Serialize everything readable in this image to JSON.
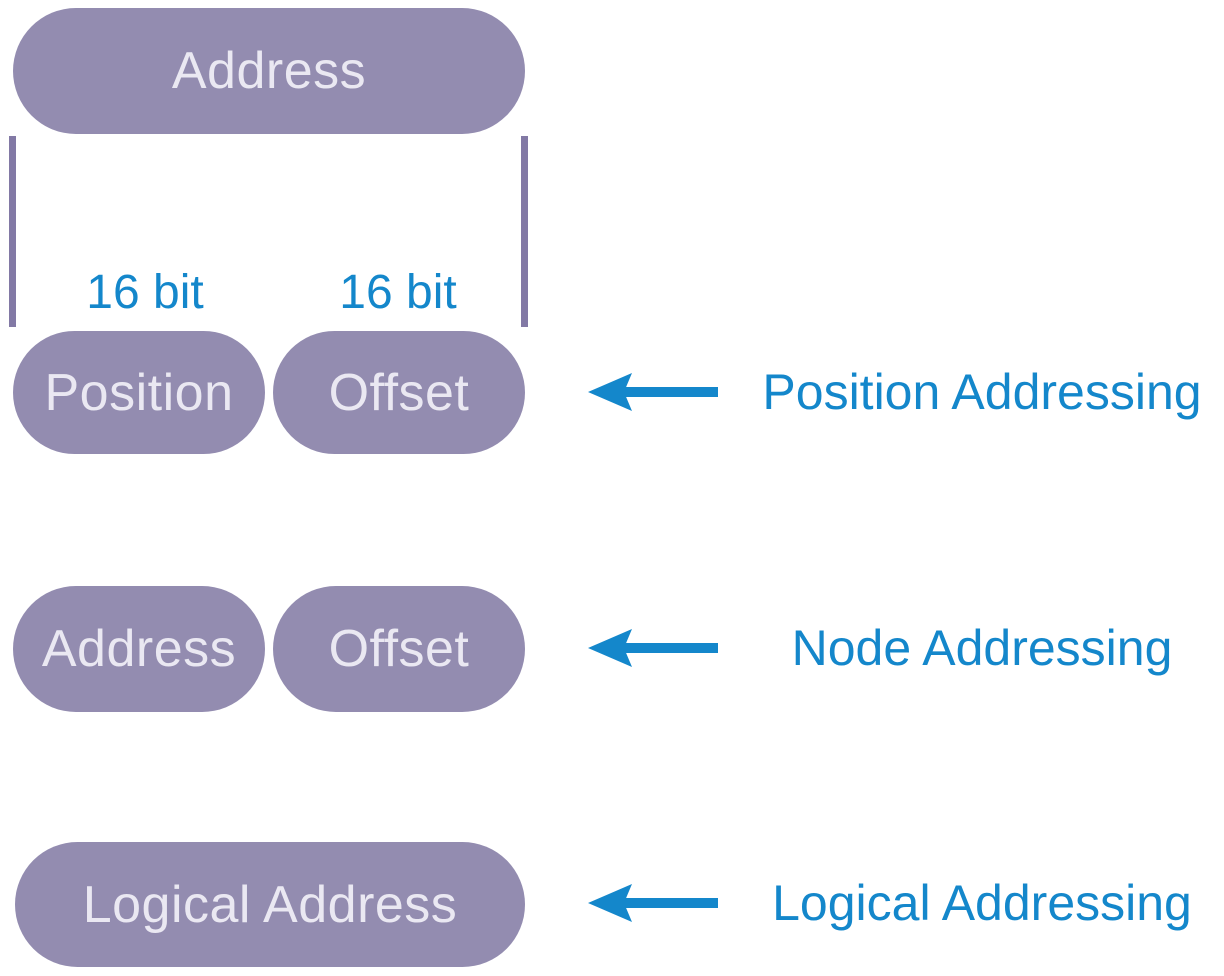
{
  "colors": {
    "background": "#ffffff",
    "pill_bg": "#938cb0",
    "pill_text": "#eae8f2",
    "bracket": "#8279a5",
    "accent_blue": "#1487cb"
  },
  "diagram": {
    "top_pill": {
      "label": "Address"
    },
    "bit_labels": {
      "left": "16 bit",
      "right": "16 bit"
    },
    "rows": [
      {
        "pills": [
          "Position",
          "Offset"
        ],
        "annotation": "Position Addressing"
      },
      {
        "pills": [
          "Address",
          "Offset"
        ],
        "annotation": "Node Addressing"
      },
      {
        "pills": [
          "Logical Address"
        ],
        "annotation": "Logical Addressing"
      }
    ]
  }
}
